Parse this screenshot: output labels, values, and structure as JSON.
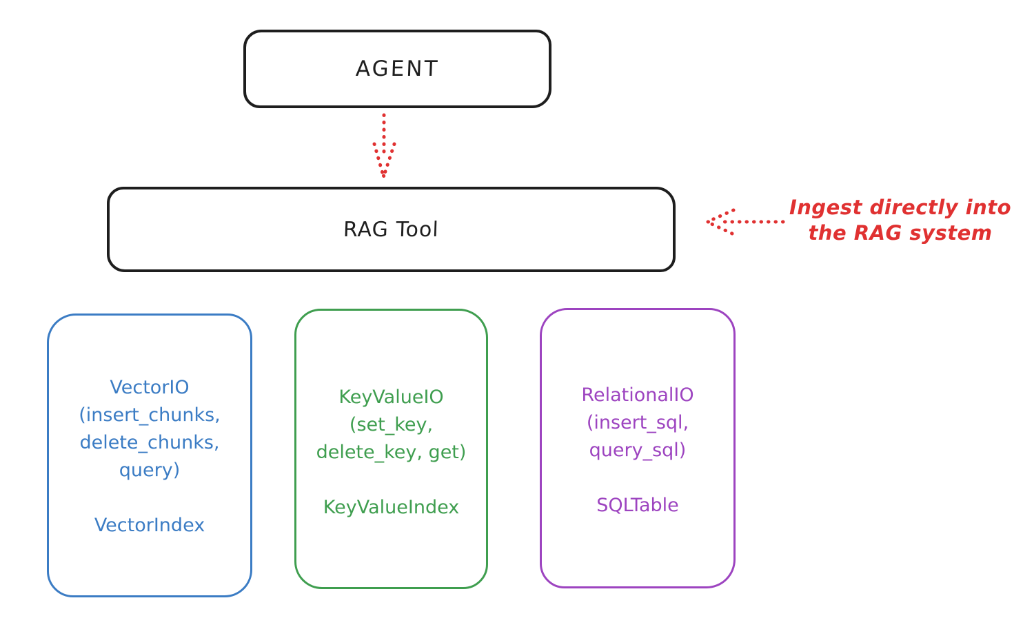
{
  "diagram": {
    "nodes": {
      "agent": {
        "label": "AGENT"
      },
      "rag_tool": {
        "label": "RAG Tool"
      }
    },
    "annotation": {
      "line1": "Ingest directly into",
      "line2": "the RAG system",
      "color": "#e03131"
    },
    "cards": [
      {
        "id": "vector-io",
        "lines": [
          "VectorIO",
          "(insert_chunks,",
          "delete_chunks,",
          "query)"
        ],
        "footer": "VectorIndex",
        "color": "#3b7cc4"
      },
      {
        "id": "keyvalue-io",
        "lines": [
          "KeyValueIO",
          "(set_key,",
          "delete_key, get)"
        ],
        "footer": "KeyValueIndex",
        "color": "#3f9e4f"
      },
      {
        "id": "relational-io",
        "lines": [
          "RelationalIO",
          "(insert_sql,",
          "query_sql)"
        ],
        "footer": "SQLTable",
        "color": "#9d44c0"
      }
    ],
    "colors": {
      "stroke": "#1e1e1e",
      "arrow": "#e03131",
      "background": "#ffffff"
    }
  }
}
